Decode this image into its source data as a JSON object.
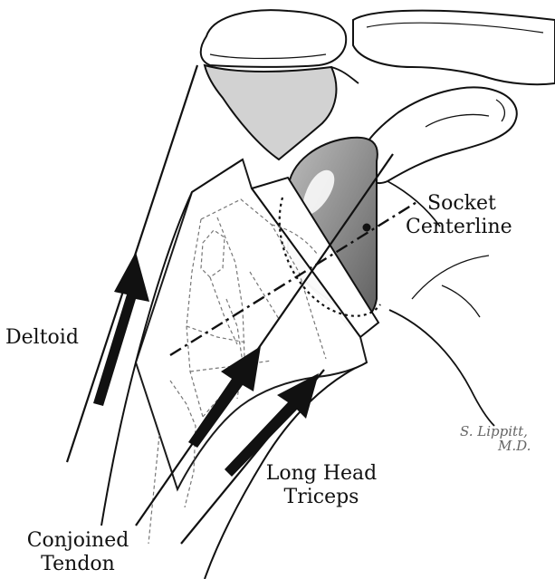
{
  "labels": {
    "socket_line1": "Socket",
    "socket_line2": "Centerline",
    "deltoid": "Deltoid",
    "long_head_line1": "Long Head",
    "long_head_line2": "Triceps",
    "conjoined_line1": "Conjoined",
    "conjoined_line2": "Tendon"
  },
  "signature": {
    "line1": "S. Lippitt,",
    "line2": "M.D."
  },
  "colors": {
    "ink": "#111111",
    "bone_shade": "#d2d2d2",
    "implant_dark": "#7a7a7a",
    "implant_light": "#e6e6e6",
    "signature": "#666666"
  }
}
